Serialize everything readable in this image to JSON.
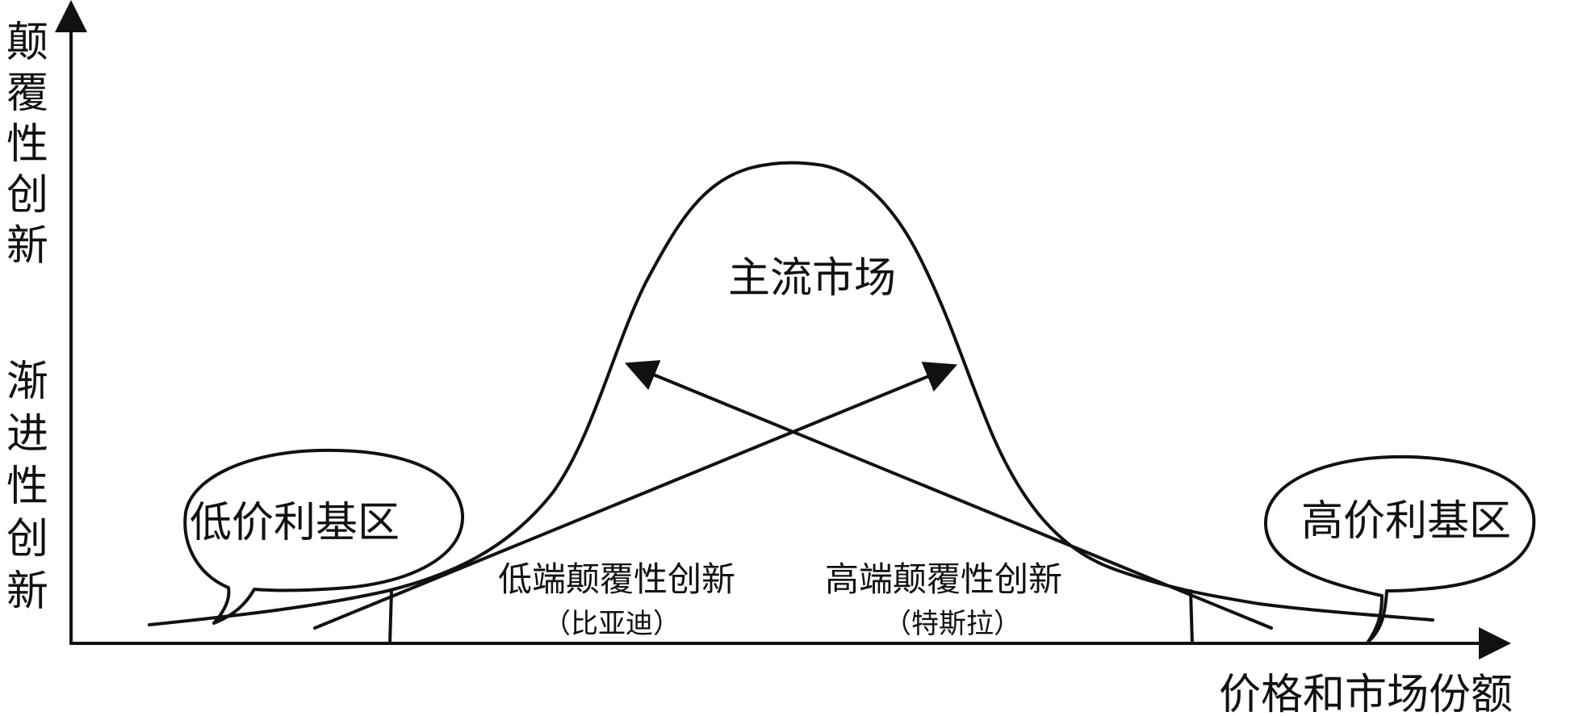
{
  "y_axis": {
    "label_top": [
      "颠",
      "覆",
      "性",
      "创",
      "新"
    ],
    "label_bottom": [
      "渐",
      "进",
      "性",
      "创",
      "新"
    ]
  },
  "x_axis": {
    "label": "价格和市场份额"
  },
  "labels": {
    "mainstream": "主流市场",
    "low_profit": "低价利基区",
    "high_profit": "高价利基区",
    "low_end": "低端颠覆性创新",
    "low_end_example": "（比亚迪）",
    "high_end": "高端颠覆性创新",
    "high_end_example": "（特斯拉）"
  }
}
